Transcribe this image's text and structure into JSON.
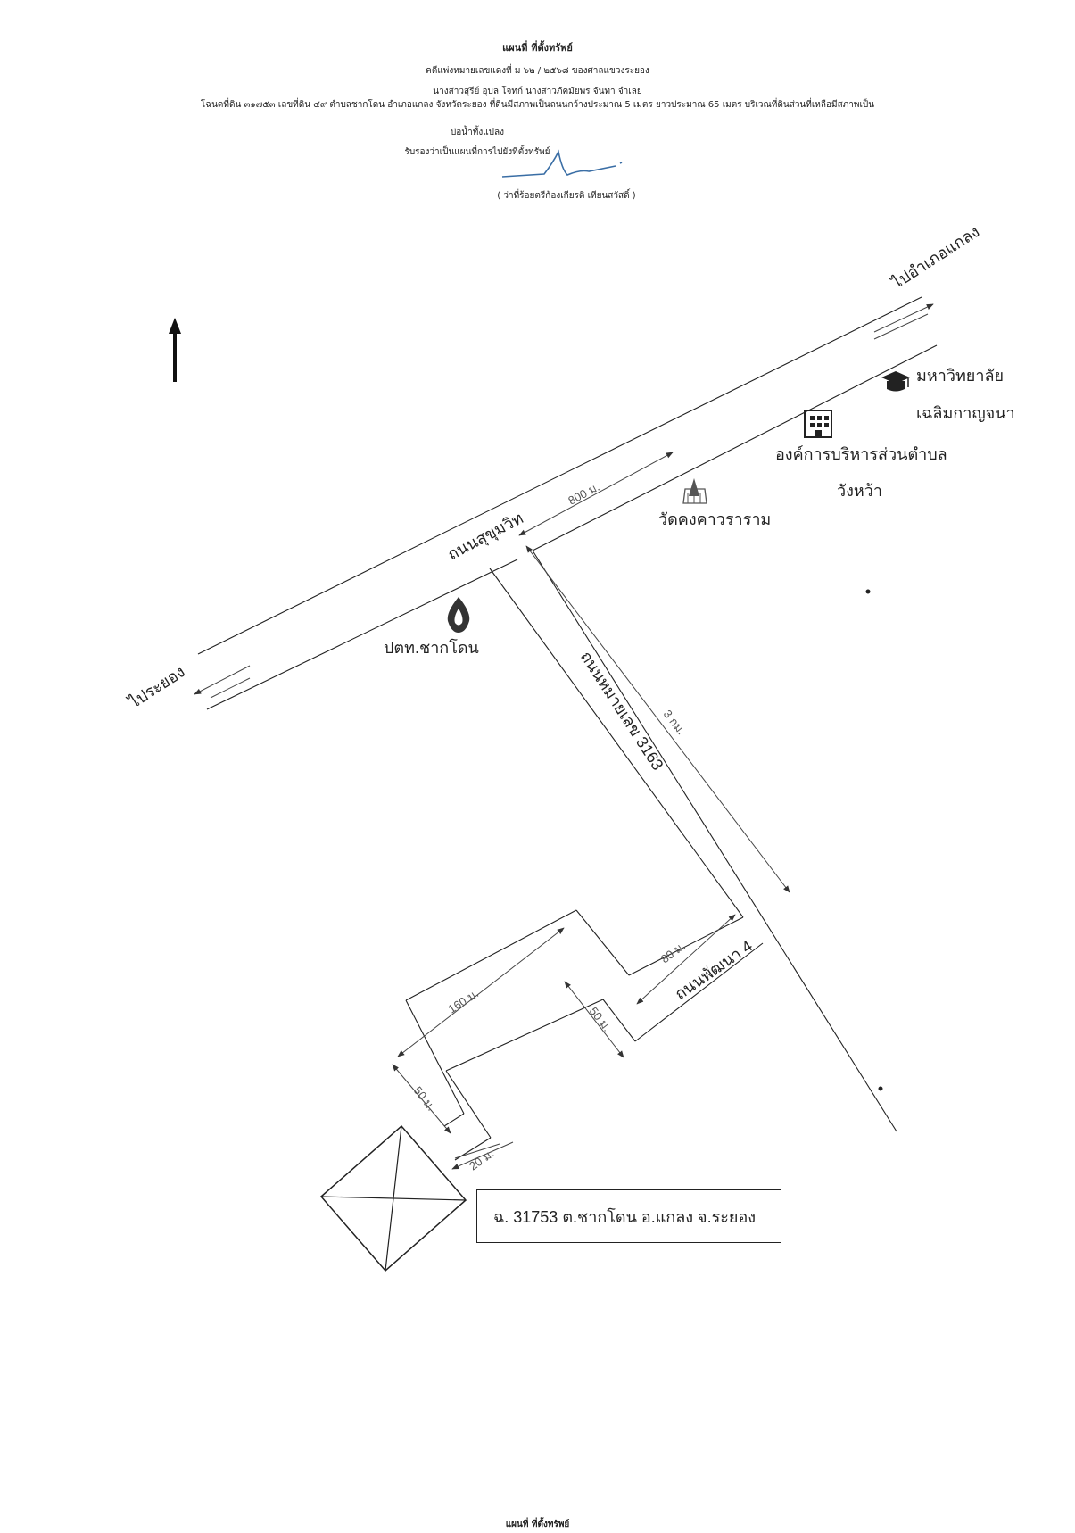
{
  "header": {
    "title": "แผนที่ ที่ตั้งทรัพย์",
    "line1": "คดีแพ่งหมายเลขแดงที่ ม ๖๒ / ๒๕๖๘ ของศาลแขวงระยอง",
    "line2": "นางสาวสุรีย์ อุบล  โจทก์ นางสาวภัคมัยพร จันทา จำเลย",
    "line3": "โฉนดที่ดิน ๓๑๗๕๓ เลขที่ดิน ๔๙ ตำบลชากโดน อำเภอแกลง จังหวัดระยอง ที่ดินมีสภาพเป็นถนนกว้างประมาณ 5 เมตร ยาวประมาณ 65 เมตร บริเวณที่ดินส่วนที่เหลือมีสภาพเป็น",
    "line4": "บ่อน้ำทั้งแปลง",
    "line5": "รับรองว่าเป็นแผนที่การไปยังที่ตั้งทรัพย์",
    "signer": "(  ว่าที่ร้อยตรีก้องเกียรติ เทียนสวัสดิ์  )"
  },
  "map": {
    "to_klaeng": "ไปอำเภอแกลง",
    "to_rayong": "ไประยอง",
    "road_sukhumvit": "ถนนสุขุมวิท",
    "road_3163": "ถนนหมายเลข 3163",
    "road_phatthana4": "ถนนพัฒนา 4",
    "university_line1": "มหาวิทยาลัย",
    "university_line2": "เฉลิมกาญจนา",
    "tao_line1": "องค์การบริหารส่วนตำบล",
    "tao_line2": "วังหว้า",
    "temple": "วัดคงคาวราราม",
    "ptt": "ปตท.ชากโดน",
    "dist_800": "800 ม.",
    "dist_3km": "3 กม.",
    "dist_80": "80 ม.",
    "dist_160": "160 ม.",
    "dist_50a": "50 ม.",
    "dist_50b": "50 ม.",
    "dist_20": "20 ม.",
    "parcel_label": "ฉ. 31753 ต.ชากโดน อ.แกลง จ.ระยอง"
  },
  "footer": "แผนที่ ที่ตั้งทรัพย์",
  "icons": {
    "north": "north-arrow-icon",
    "university": "graduation-cap-icon",
    "tao": "office-building-icon",
    "temple": "temple-icon",
    "ptt": "ptt-logo-icon"
  }
}
